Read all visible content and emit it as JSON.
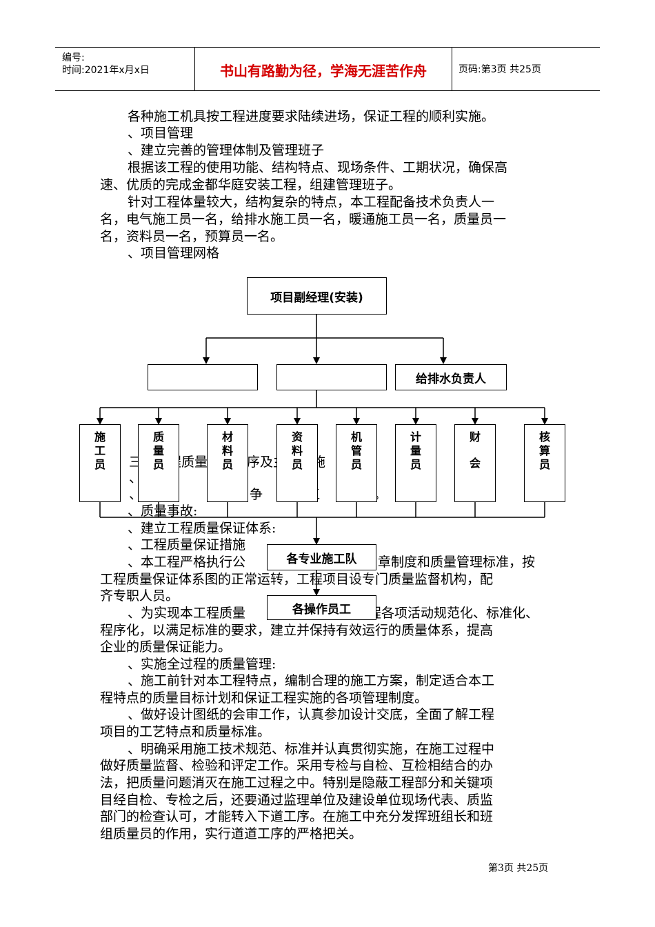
{
  "header": {
    "number_label": "编号:",
    "time_label": "时间:2021年x月x日",
    "motto": "书山有路勤为径，学海无涯苦作舟",
    "page_info": "页码:第3页 共25页"
  },
  "body_lines": [
    "各种施工机具按工程进度要求陆续进场，保证工程的顺利实施。",
    "、项目管理",
    "、建立完善的管理体制及管理班子",
    "根据该工程的使用功能、结构特点、现场条件、工期状况，确保高",
    "速、优质的完成金都华庭安装工程，组建管理班子。",
    "针对工程体量较大，结构复杂的特点，本工程配备技术负责人一",
    "名，电气施工员一名，给排水施工员一名，暖通施工员一名，质量员一",
    "名，资料员一名，预算员一名。",
    "、项目管理网格"
  ],
  "org_chart": {
    "top": "项目副经理(安装)",
    "mid": [
      "",
      "",
      "给排水负责人"
    ],
    "roles": [
      [
        "施",
        "工",
        "员"
      ],
      [
        "质",
        "量",
        "员"
      ],
      [
        "材",
        "料",
        "员"
      ],
      [
        "资",
        "料",
        "员"
      ],
      [
        "机",
        "管",
        "员"
      ],
      [
        "计",
        "量",
        "员"
      ],
      [
        "财",
        "会"
      ],
      [
        "核",
        "算",
        "员"
      ]
    ],
    "team": "各专业施工队",
    "workers": "各操作员工"
  },
  "hidden_lines": [
    "三、工程质量控制程序及主要措施",
    "、质量",
    "、“优",
    "争",
    "江",
    "。",
    "、质量事故:",
    "、建立工程质量保证体系:",
    "、工程质量保证措施",
    "、本工程严格执行公",
    "章制度和质量管理标准，按",
    "工程质量保证体系图的正常运转，工程项目设专门质量监督机构，配",
    "齐专职人员。",
    "、为实现本工程质量",
    "程各项活动规范化、标准化、"
  ],
  "lower_lines": [
    "程序化，以满足标准的要求，建立并保持有效运行的质量体系，提高",
    "企业的质量保证能力。",
    "、实施全过程的质量管理:",
    "、施工前针对本工程特点，编制合理的施工方案，制定适合本工",
    "程特点的质量目标计划和保证工程实施的各项管理制度。",
    "、做好设计图纸的会审工作，认真参加设计交底，全面了解工程",
    "项目的工艺特点和质量标准。",
    "、明确采用施工技术规范、标准并认真贯彻实施，在施工过程中",
    "做好质量监督、检验和评定工作。采用专检与自检、互检相结合的办",
    "法，把质量问题消灭在施工过程之中。特别是隐蔽工程部分和关键项",
    "目经自检、专检之后，还要通过监理单位及建设单位现场代表、质监",
    "部门的检查认可，才能转入下道工序。在施工中充分发挥班组长和班",
    "组质量员的作用，实行道道工序的严格把关。"
  ],
  "footer": "第3页 共25页"
}
